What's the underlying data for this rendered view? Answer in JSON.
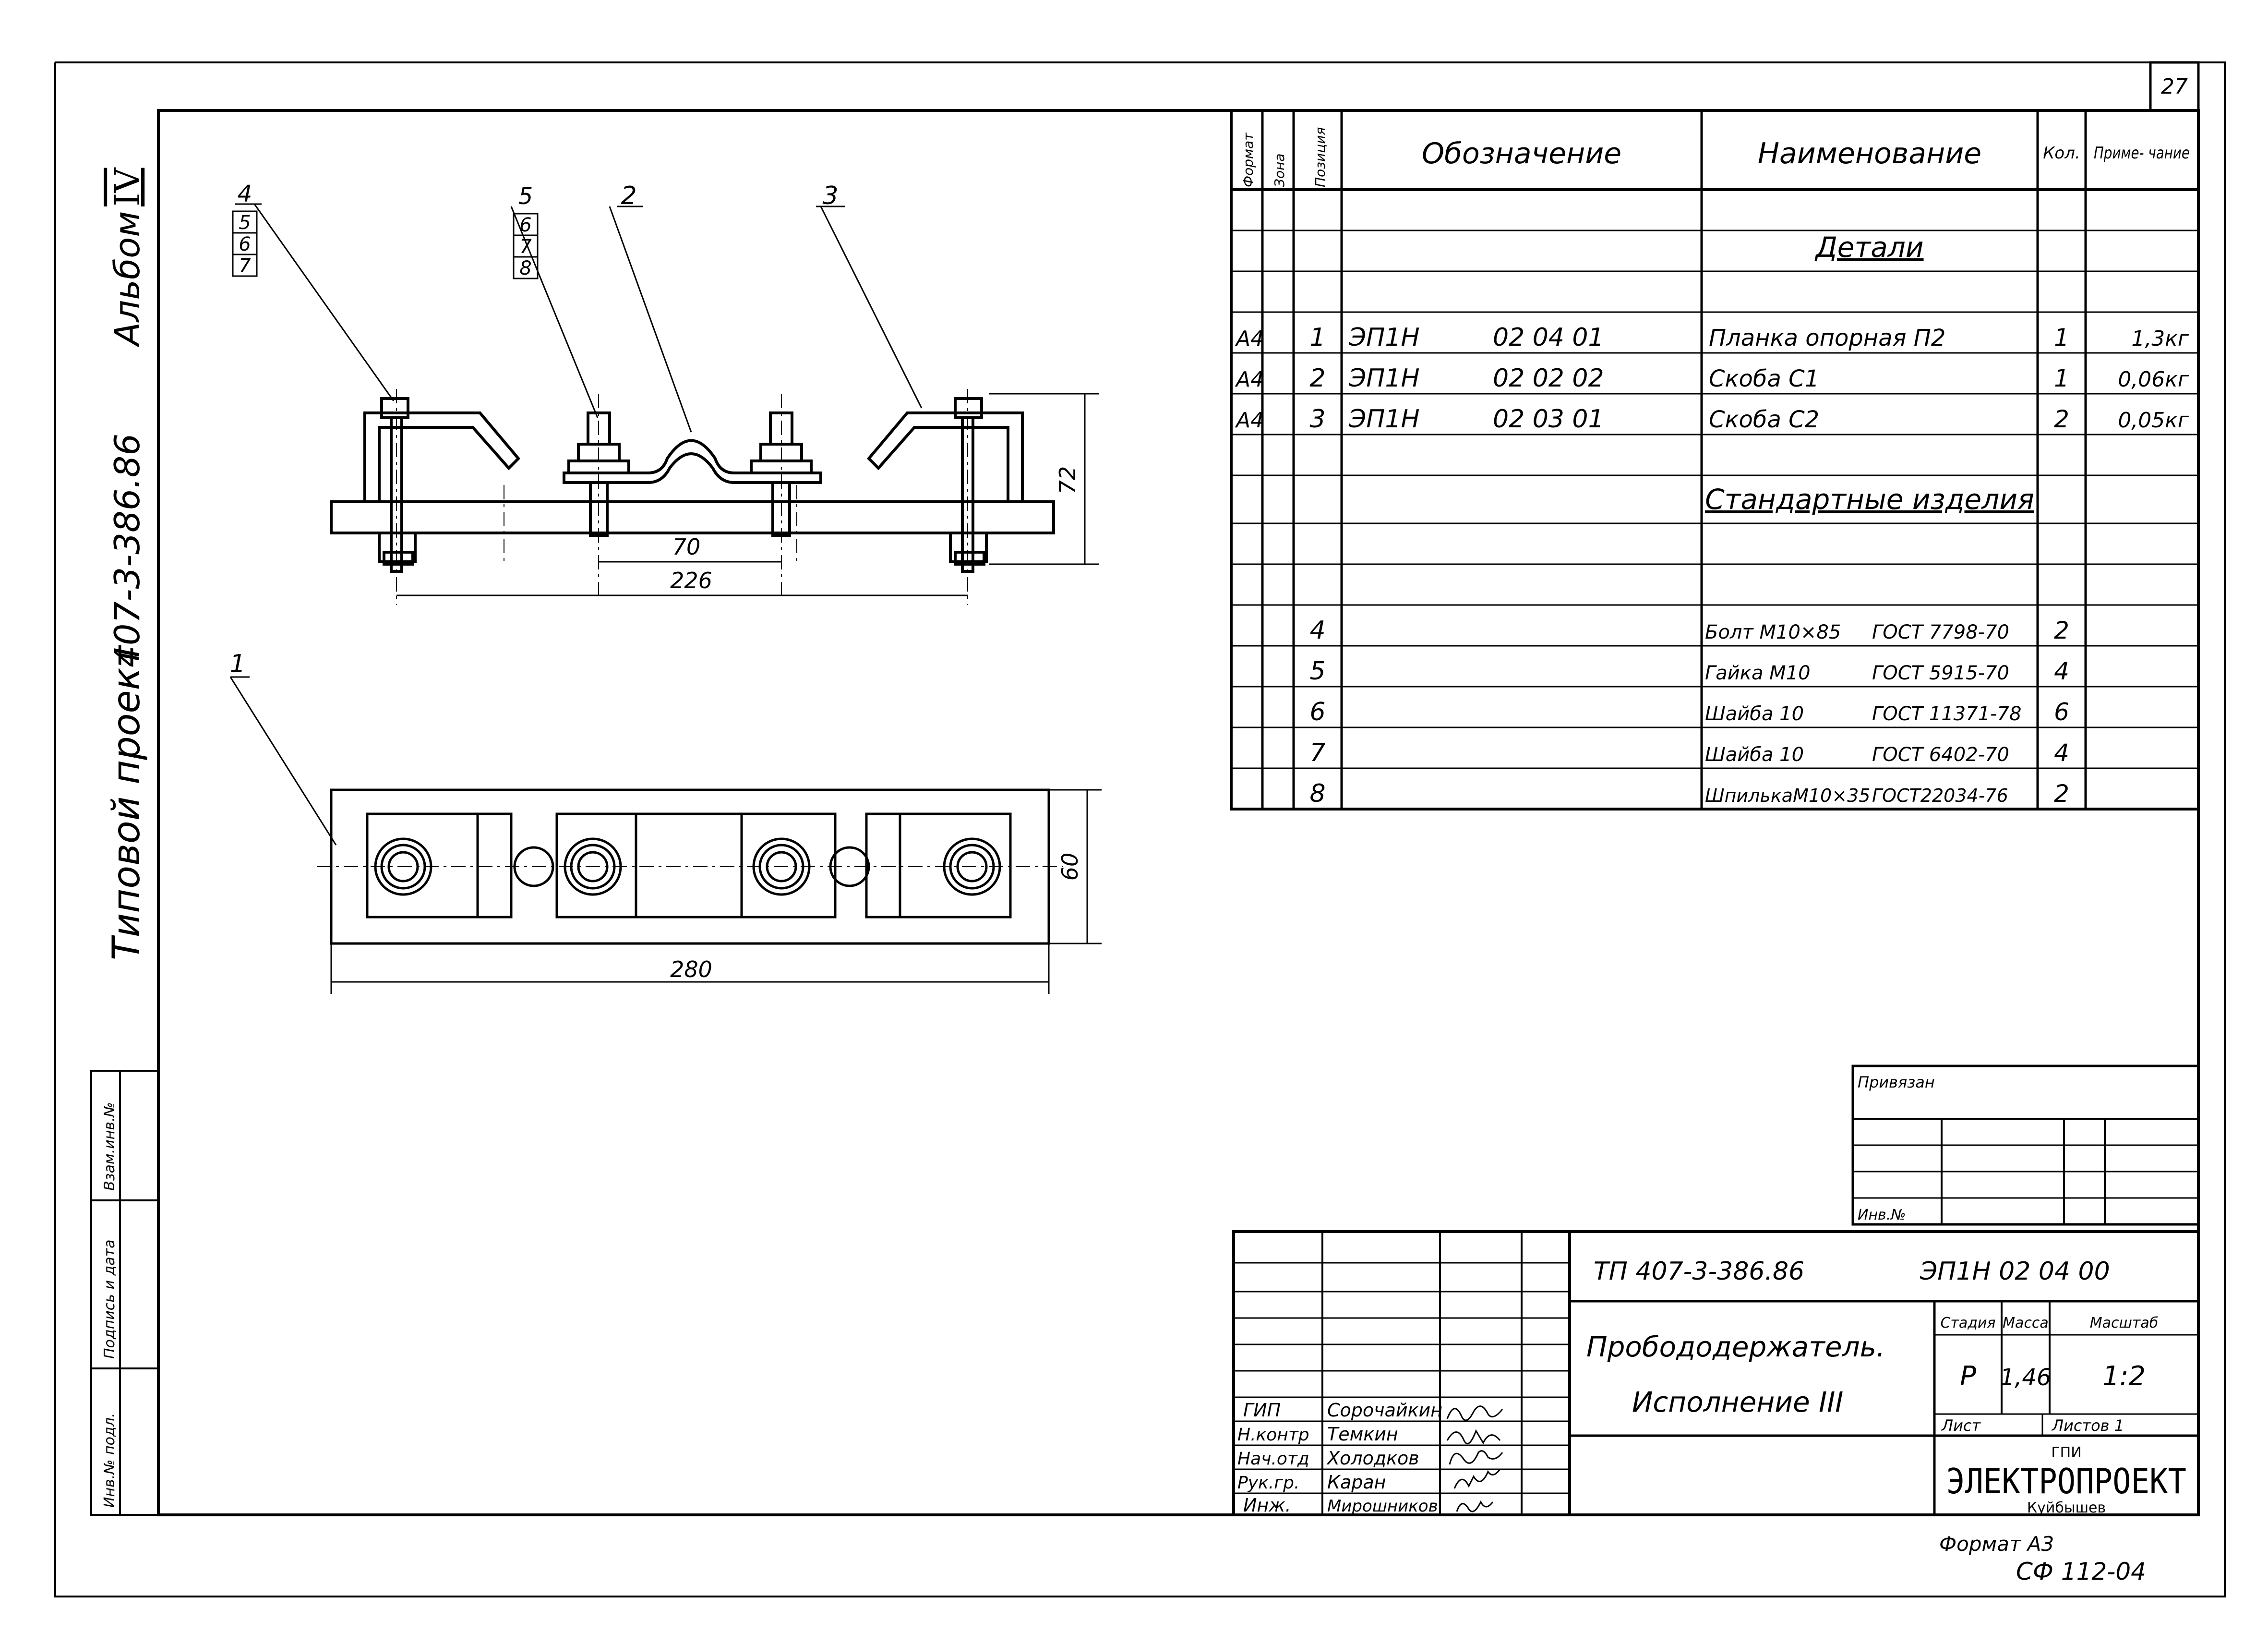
{
  "sheet_number": "27",
  "side_stamp": {
    "series_label": "Типовой проект",
    "project_code": "407-3-386.86",
    "album_label": "Альбом",
    "album_number": "IV"
  },
  "left_strip": {
    "inv_no_original": "Инв.№ подл.",
    "signature_date": "Подпись и дата",
    "replace_inv": "Взам.инв.№"
  },
  "drawing": {
    "callouts": {
      "c1": "1",
      "c2": "2",
      "c3": "3",
      "stack_left": [
        "4",
        "5",
        "6",
        "7"
      ],
      "stack_mid": [
        "5",
        "6",
        "7",
        "8"
      ]
    },
    "dimensions": {
      "d70": "70",
      "d226": "226",
      "d72": "72",
      "d60": "60",
      "d280": "280"
    }
  },
  "spec_table": {
    "headers": {
      "format": "Формат",
      "zone": "Зона",
      "position": "Позиция",
      "designation": "Обозначение",
      "name": "Наименование",
      "qty": "Кол.",
      "note": "Приме- чание"
    },
    "section_details": "Детали",
    "section_standard": "Стандартные изделия",
    "detail_rows": [
      {
        "format": "А4",
        "pos": "1",
        "code_a": "ЭП1Н",
        "code_b": "02 04 01",
        "name": "Планка опорная П2",
        "qty": "1",
        "note": "1,3кг"
      },
      {
        "format": "А4",
        "pos": "2",
        "code_a": "ЭП1Н",
        "code_b": "02 02 02",
        "name": "Скоба С1",
        "qty": "1",
        "note": "0,06кг"
      },
      {
        "format": "А4",
        "pos": "3",
        "code_a": "ЭП1Н",
        "code_b": "02 03 01",
        "name": "Скоба С2",
        "qty": "2",
        "note": "0,05кг"
      }
    ],
    "standard_rows": [
      {
        "pos": "4",
        "name": "Болт М10×85",
        "gost": "ГОСТ 7798-70",
        "qty": "2"
      },
      {
        "pos": "5",
        "name": "Гайка М10",
        "gost": "ГОСТ 5915-70",
        "qty": "4"
      },
      {
        "pos": "6",
        "name": "Шайба 10",
        "gost": "ГОСТ 11371-78",
        "qty": "6"
      },
      {
        "pos": "7",
        "name": "Шайба 10",
        "gost": "ГОСТ 6402-70",
        "qty": "4"
      },
      {
        "pos": "8",
        "name": "ШпилькаМ10×35",
        "gost": "ГОСТ22034-76",
        "qty": "2"
      }
    ]
  },
  "attached_block": {
    "label": "Привязан",
    "inv_label": "Инв.№"
  },
  "title_block": {
    "project_ref": "ТП 407-3-386.86",
    "doc_code": "ЭП1Н 02 04 00",
    "title_line1": "Пробододержатель.",
    "title_line2": "Исполнение III",
    "stage_label": "Стадия",
    "mass_label": "Масса",
    "scale_label": "Масштаб",
    "stage": "Р",
    "mass": "1,46",
    "scale": "1:2",
    "sheet_label": "Лист",
    "sheets_label": "Листов 1",
    "org_small": "ГПИ",
    "org_name": "ЭЛЕКТРОПРОЕКТ",
    "org_city": "Куйбышев",
    "signatures": [
      {
        "role": "ГИП",
        "name": "Сорочайкин"
      },
      {
        "role": "Н.контр",
        "name": "Темкин"
      },
      {
        "role": "Нач.отд",
        "name": "Холодков"
      },
      {
        "role": "Рук.гр.",
        "name": "Каран"
      },
      {
        "role": "Инж.",
        "name": "Мирошников"
      }
    ]
  },
  "footer": {
    "format": "Формат А3",
    "code": "СФ 112-04"
  }
}
